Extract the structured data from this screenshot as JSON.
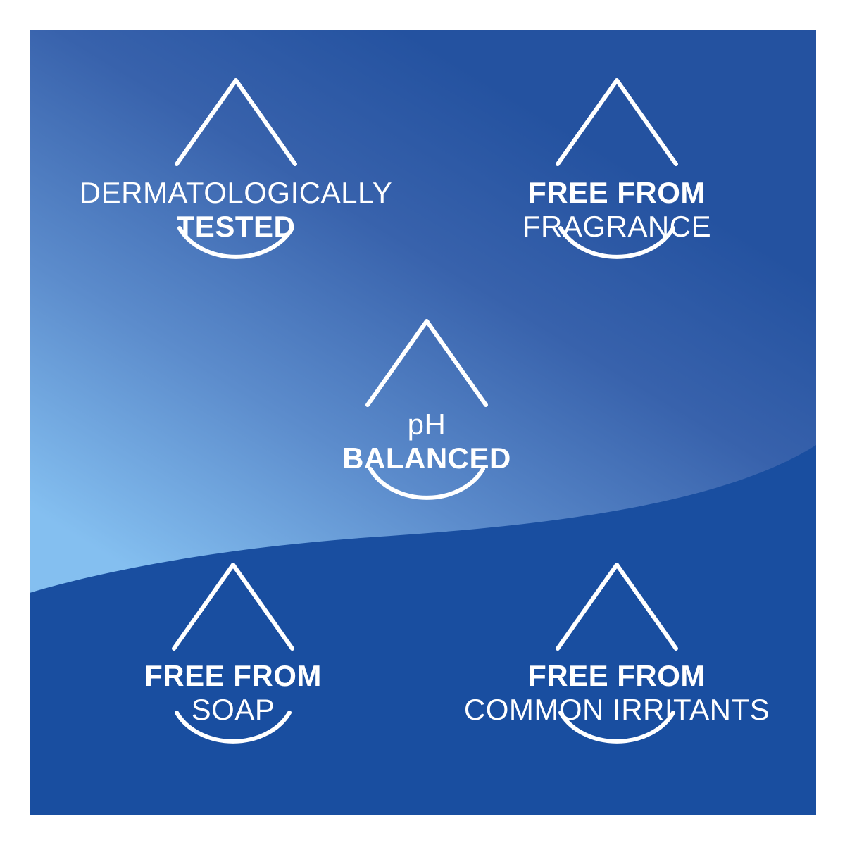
{
  "colors": {
    "background": "#ffffff",
    "deep_blue": "#194ea0",
    "mid_blue": "#3a63ad",
    "light_blue": "#84bff0",
    "text": "#ffffff"
  },
  "badges": [
    {
      "id": "dermatologically-tested",
      "line1": "DERMATOLOGICALLY",
      "line2": "TESTED"
    },
    {
      "id": "free-from-fragrance",
      "line1": "FREE FROM",
      "line2": "FRAGRANCE"
    },
    {
      "id": "ph-balanced",
      "line1": "pH",
      "line2": "BALANCED"
    },
    {
      "id": "free-from-soap",
      "line1": "FREE FROM",
      "line2": "SOAP"
    },
    {
      "id": "free-from-common-irritants",
      "line1": "FREE FROM",
      "line2": "COMMON IRRITANTS"
    }
  ],
  "icons": [
    "water-drop-icon"
  ]
}
